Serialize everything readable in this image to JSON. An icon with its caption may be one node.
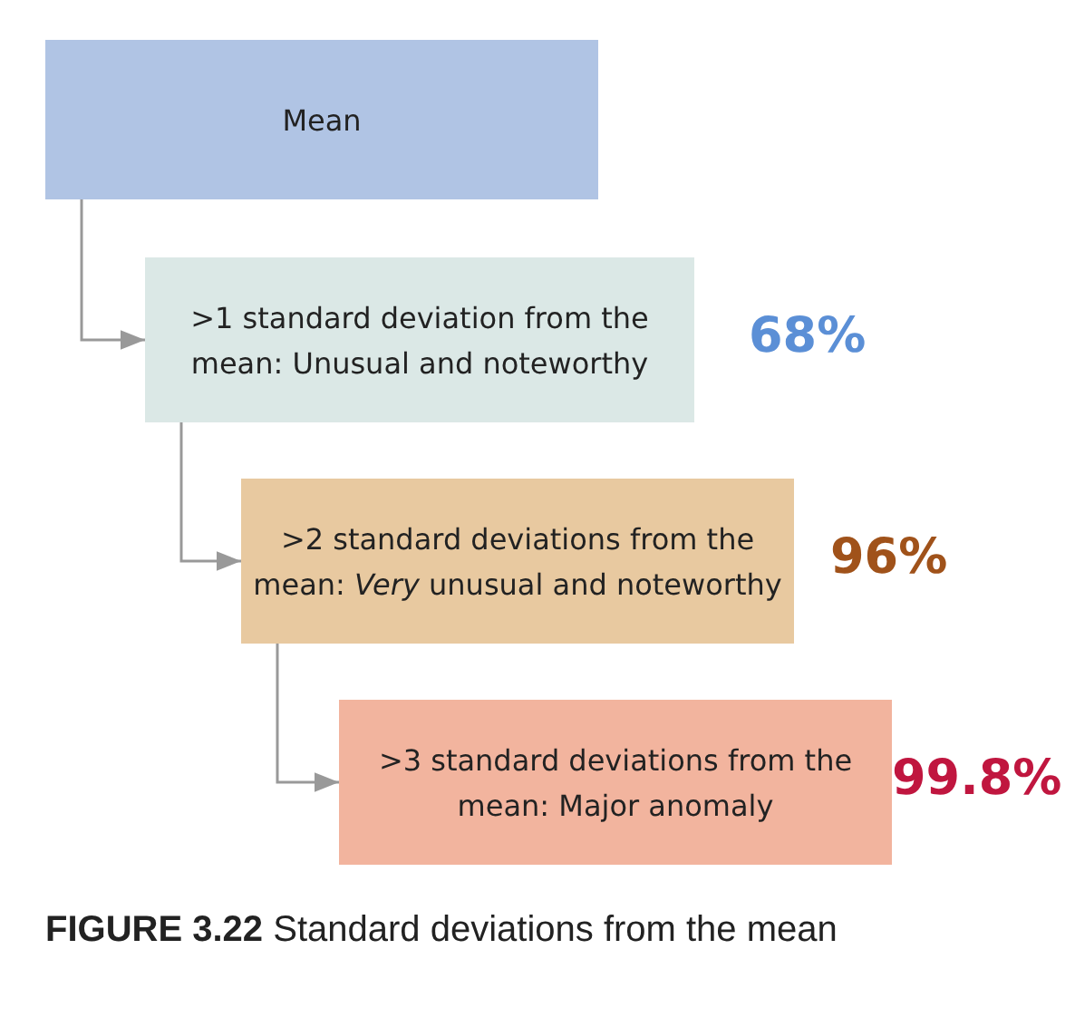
{
  "diagram": {
    "caption": "**FIGURE 3.22** Standard deviations from the mean",
    "nodes": [
      {
        "text": [
          "Mean"
        ]
      },
      {
        "text": [
          ">1 standard deviation from the mean: Unusual and noteworthy"
        ],
        "beside": [
          "68%"
        ]
      },
      {
        "text": [
          ">2 standard deviations from the mean: *Very* unusual and noteworthy"
        ],
        "beside": [
          "96%"
        ]
      },
      {
        "text": [
          ">3 standard deviations from the mean: Major anomaly"
        ],
        "beside": [
          "99.8%"
        ]
      }
    ],
    "edges": [
      {
        "from": 0,
        "to": 1,
        "arrow": "to"
      },
      {
        "from": 1,
        "to": 2,
        "arrow": "to"
      },
      {
        "from": 2,
        "to": 3,
        "arrow": "to"
      }
    ]
  }
}
